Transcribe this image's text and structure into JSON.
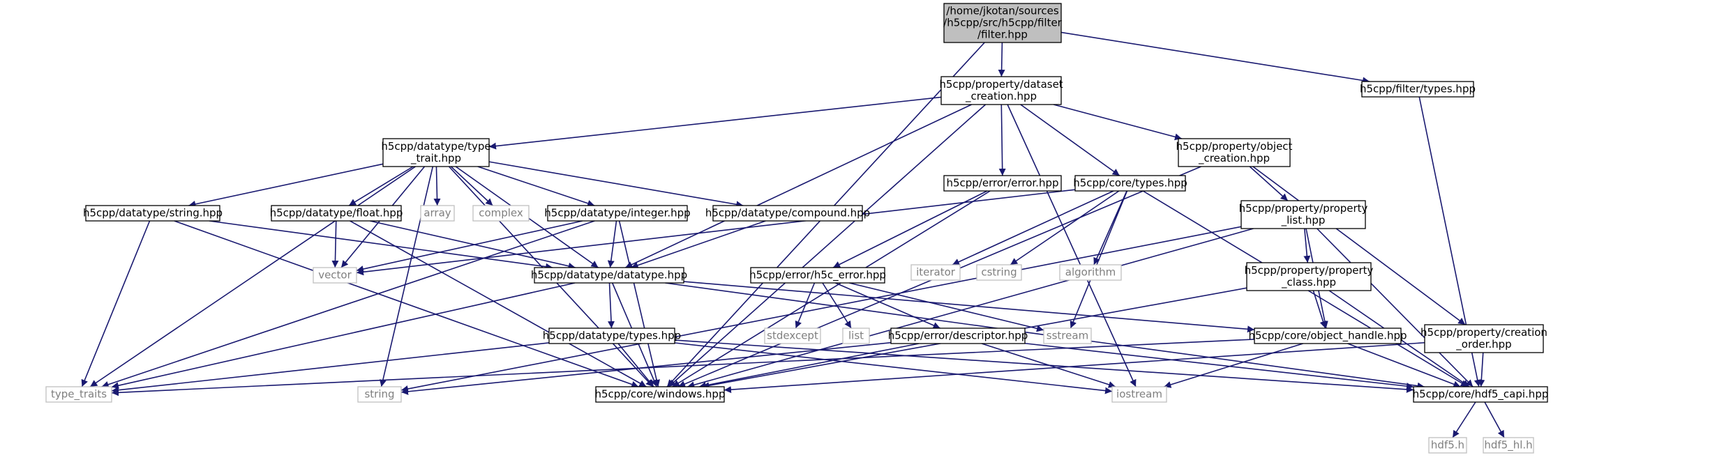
{
  "diagram": {
    "nodes": [
      {
        "id": "root",
        "lines": [
          "/home/jkotan/sources",
          "/h5cpp/src/h5cpp/filter",
          "/filter.hpp"
        ],
        "style": "root"
      },
      {
        "id": "dataset_creation",
        "lines": [
          "h5cpp/property/dataset",
          "_creation.hpp"
        ],
        "style": "normal"
      },
      {
        "id": "filter_types",
        "lines": [
          "h5cpp/filter/types.hpp"
        ],
        "style": "normal"
      },
      {
        "id": "type_trait",
        "lines": [
          "h5cpp/datatype/type",
          "_trait.hpp"
        ],
        "style": "normal"
      },
      {
        "id": "object_creation",
        "lines": [
          "h5cpp/property/object",
          "_creation.hpp"
        ],
        "style": "normal"
      },
      {
        "id": "dt_string",
        "lines": [
          "h5cpp/datatype/string.hpp"
        ],
        "style": "normal"
      },
      {
        "id": "dt_float",
        "lines": [
          "h5cpp/datatype/float.hpp"
        ],
        "style": "normal"
      },
      {
        "id": "array",
        "lines": [
          "array"
        ],
        "style": "std"
      },
      {
        "id": "complex",
        "lines": [
          "complex"
        ],
        "style": "std"
      },
      {
        "id": "dt_integer",
        "lines": [
          "h5cpp/datatype/integer.hpp"
        ],
        "style": "normal"
      },
      {
        "id": "dt_compound",
        "lines": [
          "h5cpp/datatype/compound.hpp"
        ],
        "style": "normal"
      },
      {
        "id": "error_error",
        "lines": [
          "h5cpp/error/error.hpp"
        ],
        "style": "normal"
      },
      {
        "id": "core_types",
        "lines": [
          "h5cpp/core/types.hpp"
        ],
        "style": "normal"
      },
      {
        "id": "property_list",
        "lines": [
          "h5cpp/property/property",
          "_list.hpp"
        ],
        "style": "normal"
      },
      {
        "id": "vector",
        "lines": [
          "vector"
        ],
        "style": "std"
      },
      {
        "id": "dt_datatype",
        "lines": [
          "h5cpp/datatype/datatype.hpp"
        ],
        "style": "normal"
      },
      {
        "id": "h5c_error",
        "lines": [
          "h5cpp/error/h5c_error.hpp"
        ],
        "style": "normal"
      },
      {
        "id": "iterator",
        "lines": [
          "iterator"
        ],
        "style": "std"
      },
      {
        "id": "cstring",
        "lines": [
          "cstring"
        ],
        "style": "std"
      },
      {
        "id": "algorithm",
        "lines": [
          "algorithm"
        ],
        "style": "std"
      },
      {
        "id": "property_class",
        "lines": [
          "h5cpp/property/property",
          "_class.hpp"
        ],
        "style": "normal"
      },
      {
        "id": "dt_types",
        "lines": [
          "h5cpp/datatype/types.hpp"
        ],
        "style": "normal"
      },
      {
        "id": "stdexcept",
        "lines": [
          "stdexcept"
        ],
        "style": "std"
      },
      {
        "id": "list",
        "lines": [
          "list"
        ],
        "style": "std"
      },
      {
        "id": "descriptor",
        "lines": [
          "h5cpp/error/descriptor.hpp"
        ],
        "style": "normal"
      },
      {
        "id": "sstream",
        "lines": [
          "sstream"
        ],
        "style": "std"
      },
      {
        "id": "object_handle",
        "lines": [
          "h5cpp/core/object_handle.hpp"
        ],
        "style": "normal"
      },
      {
        "id": "creation_order",
        "lines": [
          "h5cpp/property/creation",
          "_order.hpp"
        ],
        "style": "normal"
      },
      {
        "id": "type_traits",
        "lines": [
          "type_traits"
        ],
        "style": "std"
      },
      {
        "id": "string",
        "lines": [
          "string"
        ],
        "style": "std"
      },
      {
        "id": "windows",
        "lines": [
          "h5cpp/core/windows.hpp"
        ],
        "style": "normal"
      },
      {
        "id": "iostream",
        "lines": [
          "iostream"
        ],
        "style": "std"
      },
      {
        "id": "hdf5_capi",
        "lines": [
          "h5cpp/core/hdf5_capi.hpp"
        ],
        "style": "normal"
      },
      {
        "id": "hdf5_h",
        "lines": [
          "hdf5.h"
        ],
        "style": "std"
      },
      {
        "id": "hdf5_hl_h",
        "lines": [
          "hdf5_hl.h"
        ],
        "style": "std"
      }
    ],
    "edges": [
      [
        "root",
        "dataset_creation"
      ],
      [
        "root",
        "filter_types"
      ],
      [
        "root",
        "windows"
      ],
      [
        "filter_types",
        "hdf5_capi"
      ],
      [
        "dataset_creation",
        "type_trait"
      ],
      [
        "dataset_creation",
        "object_creation"
      ],
      [
        "dataset_creation",
        "error_error"
      ],
      [
        "dataset_creation",
        "core_types"
      ],
      [
        "dataset_creation",
        "dt_datatype"
      ],
      [
        "dataset_creation",
        "windows"
      ],
      [
        "dataset_creation",
        "iostream"
      ],
      [
        "type_trait",
        "dt_string"
      ],
      [
        "type_trait",
        "dt_float"
      ],
      [
        "type_trait",
        "array"
      ],
      [
        "type_trait",
        "complex"
      ],
      [
        "type_trait",
        "dt_integer"
      ],
      [
        "type_trait",
        "dt_compound"
      ],
      [
        "type_trait",
        "vector"
      ],
      [
        "type_trait",
        "type_traits"
      ],
      [
        "type_trait",
        "string"
      ],
      [
        "type_trait",
        "windows"
      ],
      [
        "type_trait",
        "dt_datatype"
      ],
      [
        "dt_string",
        "dt_datatype"
      ],
      [
        "dt_string",
        "type_traits"
      ],
      [
        "dt_string",
        "windows"
      ],
      [
        "dt_float",
        "vector"
      ],
      [
        "dt_float",
        "dt_datatype"
      ],
      [
        "dt_float",
        "windows"
      ],
      [
        "dt_integer",
        "vector"
      ],
      [
        "dt_integer",
        "dt_datatype"
      ],
      [
        "dt_integer",
        "type_traits"
      ],
      [
        "dt_integer",
        "windows"
      ],
      [
        "dt_compound",
        "dt_datatype"
      ],
      [
        "error_error",
        "h5c_error"
      ],
      [
        "error_error",
        "windows"
      ],
      [
        "core_types",
        "vector"
      ],
      [
        "core_types",
        "iterator"
      ],
      [
        "core_types",
        "cstring"
      ],
      [
        "core_types",
        "algorithm"
      ],
      [
        "core_types",
        "sstream"
      ],
      [
        "core_types",
        "hdf5_capi"
      ],
      [
        "object_creation",
        "property_list"
      ],
      [
        "object_creation",
        "creation_order"
      ],
      [
        "object_creation",
        "windows"
      ],
      [
        "property_list",
        "property_class"
      ],
      [
        "property_list",
        "object_handle"
      ],
      [
        "property_list",
        "hdf5_capi"
      ],
      [
        "property_list",
        "windows"
      ],
      [
        "property_list",
        "string"
      ],
      [
        "dt_datatype",
        "dt_types"
      ],
      [
        "dt_datatype",
        "object_handle"
      ],
      [
        "dt_datatype",
        "type_traits"
      ],
      [
        "dt_datatype",
        "windows"
      ],
      [
        "dt_datatype",
        "hdf5_capi"
      ],
      [
        "h5c_error",
        "stdexcept"
      ],
      [
        "h5c_error",
        "list"
      ],
      [
        "h5c_error",
        "descriptor"
      ],
      [
        "h5c_error",
        "sstream"
      ],
      [
        "property_class",
        "object_handle"
      ],
      [
        "property_class",
        "hdf5_capi"
      ],
      [
        "property_class",
        "windows"
      ],
      [
        "dt_types",
        "type_traits"
      ],
      [
        "dt_types",
        "windows"
      ],
      [
        "dt_types",
        "hdf5_capi"
      ],
      [
        "dt_types",
        "iostream"
      ],
      [
        "descriptor",
        "windows"
      ],
      [
        "descriptor",
        "iostream"
      ],
      [
        "descriptor",
        "hdf5_capi"
      ],
      [
        "descriptor",
        "string"
      ],
      [
        "object_handle",
        "hdf5_capi"
      ],
      [
        "object_handle",
        "iostream"
      ],
      [
        "object_handle",
        "type_traits"
      ],
      [
        "creation_order",
        "hdf5_capi"
      ],
      [
        "creation_order",
        "windows"
      ],
      [
        "hdf5_capi",
        "hdf5_h"
      ],
      [
        "hdf5_capi",
        "hdf5_hl_h"
      ]
    ]
  },
  "colors": {
    "edge": "#191970",
    "node_border": "#000000",
    "std_border": "#bfbfbf",
    "std_text": "#7f7f7f",
    "root_fill": "#bfbfbf",
    "node_fill": "#ffffff",
    "text": "#000000"
  }
}
